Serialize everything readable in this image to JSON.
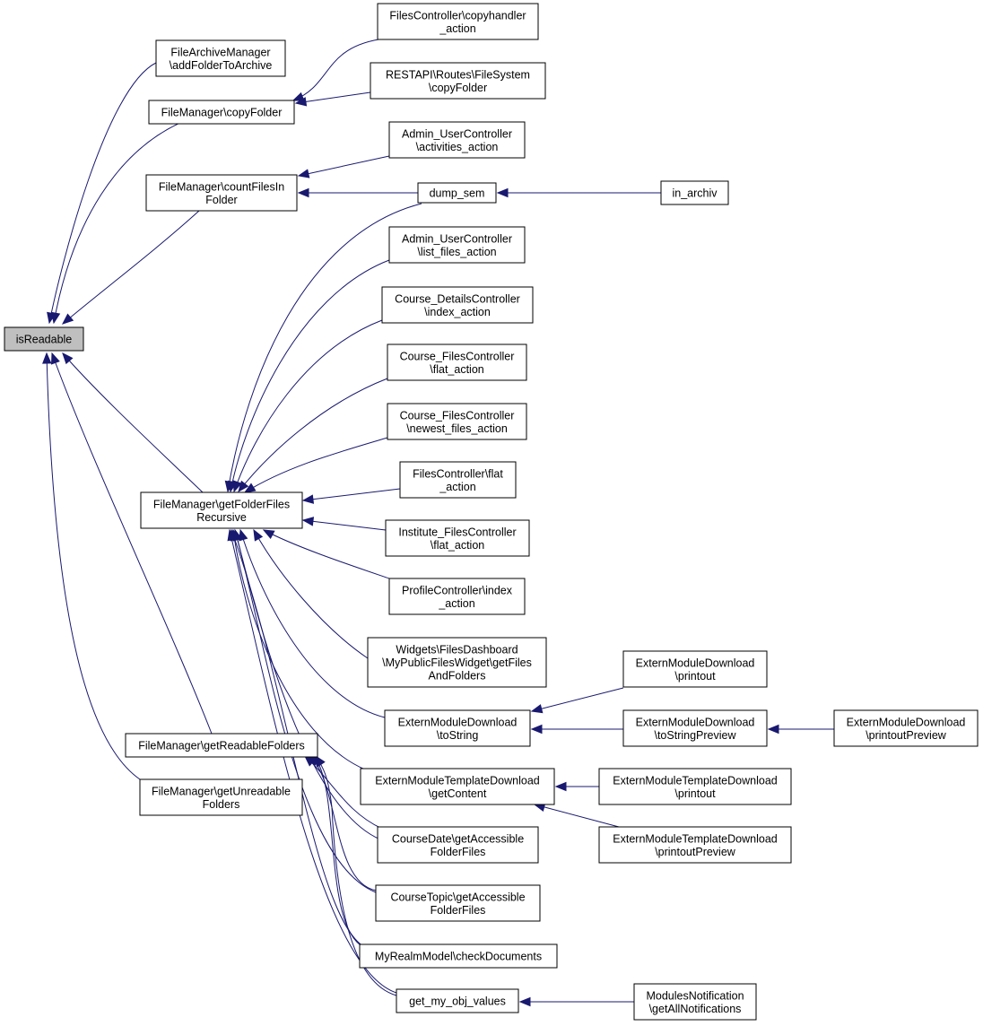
{
  "graph": {
    "title": "",
    "root": "isReadable",
    "nodes": [
      {
        "id": "isReadable",
        "lines": [
          "isReadable"
        ]
      },
      {
        "id": "fam_addFolder",
        "lines": [
          "FileArchiveManager",
          "\\addFolderToArchive"
        ]
      },
      {
        "id": "fm_copyFolder",
        "lines": [
          "FileManager\\copyFolder"
        ]
      },
      {
        "id": "fm_countFiles",
        "lines": [
          "FileManager\\countFilesIn",
          "Folder"
        ]
      },
      {
        "id": "fm_getFolderFiles",
        "lines": [
          "FileManager\\getFolderFiles",
          "Recursive"
        ]
      },
      {
        "id": "fm_getReadable",
        "lines": [
          "FileManager\\getReadableFolders"
        ]
      },
      {
        "id": "fm_getUnreadable",
        "lines": [
          "FileManager\\getUnreadable",
          "Folders"
        ]
      },
      {
        "id": "fc_copyhandler",
        "lines": [
          "FilesController\\copyhandler",
          "_action"
        ]
      },
      {
        "id": "rest_copyFolder",
        "lines": [
          "RESTAPI\\Routes\\FileSystem",
          "\\copyFolder"
        ]
      },
      {
        "id": "auc_activities",
        "lines": [
          "Admin_UserController",
          "\\activities_action"
        ]
      },
      {
        "id": "dump_sem",
        "lines": [
          "dump_sem"
        ]
      },
      {
        "id": "in_archiv",
        "lines": [
          "in_archiv"
        ]
      },
      {
        "id": "auc_listfiles",
        "lines": [
          "Admin_UserController",
          "\\list_files_action"
        ]
      },
      {
        "id": "cdc_index",
        "lines": [
          "Course_DetailsController",
          "\\index_action"
        ]
      },
      {
        "id": "cfc_flat",
        "lines": [
          "Course_FilesController",
          "\\flat_action"
        ]
      },
      {
        "id": "cfc_newest",
        "lines": [
          "Course_FilesController",
          "\\newest_files_action"
        ]
      },
      {
        "id": "fc_flat",
        "lines": [
          "FilesController\\flat",
          "_action"
        ]
      },
      {
        "id": "ifc_flat",
        "lines": [
          "Institute_FilesController",
          "\\flat_action"
        ]
      },
      {
        "id": "pc_index",
        "lines": [
          "ProfileController\\index",
          "_action"
        ]
      },
      {
        "id": "widgets_mypublic",
        "lines": [
          "Widgets\\FilesDashboard",
          "\\MyPublicFilesWidget\\getFiles",
          "AndFolders"
        ]
      },
      {
        "id": "emd_toString",
        "lines": [
          "ExternModuleDownload",
          "\\toString"
        ]
      },
      {
        "id": "emd_printout",
        "lines": [
          "ExternModuleDownload",
          "\\printout"
        ]
      },
      {
        "id": "emd_toStringPreview",
        "lines": [
          "ExternModuleDownload",
          "\\toStringPreview"
        ]
      },
      {
        "id": "emd_printoutPreview",
        "lines": [
          "ExternModuleDownload",
          "\\printoutPreview"
        ]
      },
      {
        "id": "emtd_getContent",
        "lines": [
          "ExternModuleTemplateDownload",
          "\\getContent"
        ]
      },
      {
        "id": "emtd_printout",
        "lines": [
          "ExternModuleTemplateDownload",
          "\\printout"
        ]
      },
      {
        "id": "emtd_printoutPreview",
        "lines": [
          "ExternModuleTemplateDownload",
          "\\printoutPreview"
        ]
      },
      {
        "id": "cd_getAccessible",
        "lines": [
          "CourseDate\\getAccessible",
          "FolderFiles"
        ]
      },
      {
        "id": "ct_getAccessible",
        "lines": [
          "CourseTopic\\getAccessible",
          "FolderFiles"
        ]
      },
      {
        "id": "mrm_checkDocs",
        "lines": [
          "MyRealmModel\\checkDocuments"
        ]
      },
      {
        "id": "get_my_obj",
        "lines": [
          "get_my_obj_values"
        ]
      },
      {
        "id": "mn_getAll",
        "lines": [
          "ModulesNotification",
          "\\getAllNotifications"
        ]
      }
    ],
    "edges": [
      {
        "from": "fam_addFolder",
        "to": "isReadable"
      },
      {
        "from": "fm_copyFolder",
        "to": "isReadable"
      },
      {
        "from": "fm_countFiles",
        "to": "isReadable"
      },
      {
        "from": "fm_getFolderFiles",
        "to": "isReadable"
      },
      {
        "from": "fm_getReadable",
        "to": "isReadable"
      },
      {
        "from": "fm_getUnreadable",
        "to": "isReadable"
      },
      {
        "from": "fc_copyhandler",
        "to": "fm_copyFolder"
      },
      {
        "from": "rest_copyFolder",
        "to": "fm_copyFolder"
      },
      {
        "from": "auc_activities",
        "to": "fm_countFiles"
      },
      {
        "from": "dump_sem",
        "to": "fm_countFiles"
      },
      {
        "from": "in_archiv",
        "to": "dump_sem"
      },
      {
        "from": "dump_sem",
        "to": "fm_getFolderFiles"
      },
      {
        "from": "auc_listfiles",
        "to": "fm_getFolderFiles"
      },
      {
        "from": "cdc_index",
        "to": "fm_getFolderFiles"
      },
      {
        "from": "cfc_flat",
        "to": "fm_getFolderFiles"
      },
      {
        "from": "cfc_newest",
        "to": "fm_getFolderFiles"
      },
      {
        "from": "fc_flat",
        "to": "fm_getFolderFiles"
      },
      {
        "from": "ifc_flat",
        "to": "fm_getFolderFiles"
      },
      {
        "from": "pc_index",
        "to": "fm_getFolderFiles"
      },
      {
        "from": "widgets_mypublic",
        "to": "fm_getFolderFiles"
      },
      {
        "from": "emd_toString",
        "to": "fm_getFolderFiles"
      },
      {
        "from": "emtd_getContent",
        "to": "fm_getFolderFiles"
      },
      {
        "from": "cd_getAccessible",
        "to": "fm_getFolderFiles"
      },
      {
        "from": "ct_getAccessible",
        "to": "fm_getFolderFiles"
      },
      {
        "from": "mrm_checkDocs",
        "to": "fm_getFolderFiles"
      },
      {
        "from": "get_my_obj",
        "to": "fm_getFolderFiles"
      },
      {
        "from": "emd_printout",
        "to": "emd_toString"
      },
      {
        "from": "emd_toStringPreview",
        "to": "emd_toString"
      },
      {
        "from": "emd_printoutPreview",
        "to": "emd_toStringPreview"
      },
      {
        "from": "emtd_printout",
        "to": "emtd_getContent"
      },
      {
        "from": "emtd_printoutPreview",
        "to": "emtd_getContent"
      },
      {
        "from": "cd_getAccessible",
        "to": "fm_getReadable"
      },
      {
        "from": "ct_getAccessible",
        "to": "fm_getReadable"
      },
      {
        "from": "mrm_checkDocs",
        "to": "fm_getReadable"
      },
      {
        "from": "get_my_obj",
        "to": "fm_getReadable"
      },
      {
        "from": "mn_getAll",
        "to": "get_my_obj"
      }
    ]
  }
}
